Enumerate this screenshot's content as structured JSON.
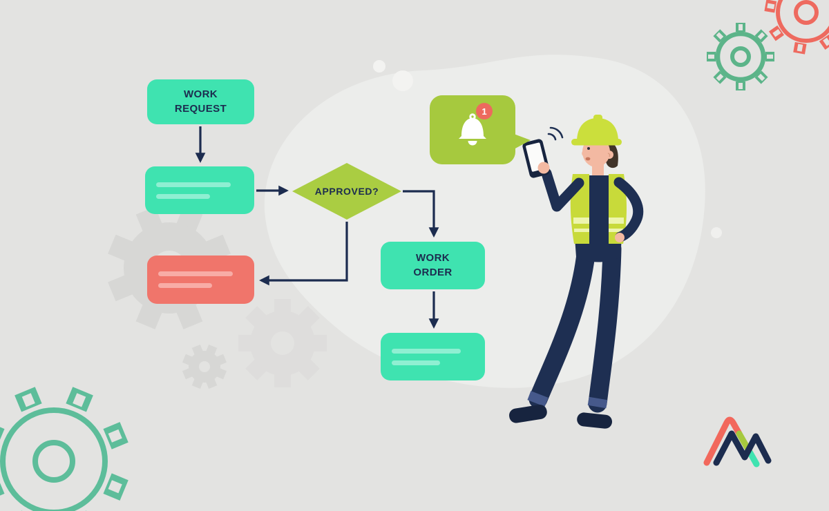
{
  "illustration": {
    "description": "Maintenance work-order approval flowchart with a technician receiving a mobile notification",
    "background_color": "#e3e3e1"
  },
  "palette": {
    "teal": "#3fe3b0",
    "teal_bar": "#8fefd2",
    "coral": "#f0756b",
    "coral_bar": "#f8aca6",
    "lime_green": "#a6c93e",
    "diamond_green": "#aacd42",
    "navy": "#1c2c4f",
    "badge_red": "#ed6a5e",
    "gear_gray": "#d7d7d5",
    "gear_teal_outline": "#5dbd9a",
    "gear_green_outline": "#5cb489",
    "gear_coral_outline": "#ee6a5f"
  },
  "flowchart": {
    "work_request": {
      "label": "WORK REQUEST",
      "type": "process"
    },
    "request_placeholder": {
      "type": "process",
      "text_bars": 2
    },
    "approved": {
      "label": "APPROVED?",
      "type": "decision"
    },
    "rejected_placeholder": {
      "type": "process",
      "text_bars": 2
    },
    "work_order": {
      "label": "WORK ORDER",
      "type": "process"
    },
    "order_placeholder": {
      "type": "process",
      "text_bars": 2
    }
  },
  "notification": {
    "icon": "bell-icon",
    "badge_count": "1"
  },
  "decor": {
    "icons": [
      "gear-icon",
      "bell-icon",
      "signal-waves-icon"
    ],
    "logo": "triangle-brand-logo"
  }
}
